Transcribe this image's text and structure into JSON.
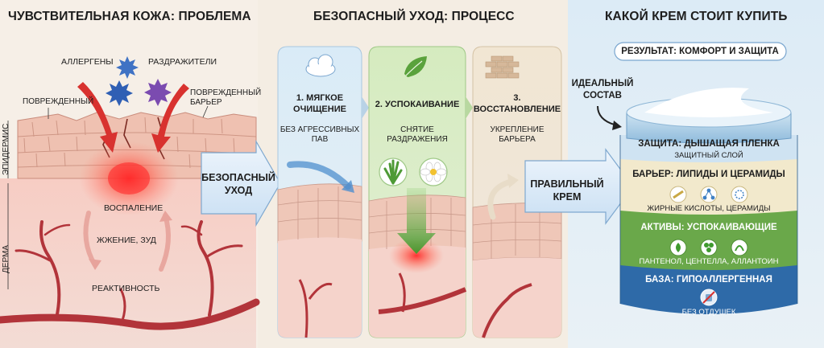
{
  "colors": {
    "red": "#e0393b",
    "skin": "#efc1b1",
    "vessel": "#b2343a",
    "blue_panel": "#d6e8f5",
    "green_panel": "#cfe6b8",
    "beige_panel": "#efe3cf",
    "jar_blue": "#2e6aa8",
    "jar_green": "#6aa84a",
    "arrow_blue": "#3f80c4"
  },
  "problem": {
    "title": "ЧУВСТВИТЕЛЬНАЯ КОЖА: ПРОБЛЕМА",
    "allergens": "АЛЛЕРГЕНЫ",
    "irritants": "РАЗДРАЖИТЕЛИ",
    "damaged_left": "ПОВРЕЖДЕННЫЙ",
    "damaged_barrier_1": "ПОВРЕЖДЕННЫЙ",
    "damaged_barrier_2": "БАРЬЕР",
    "epidermis": "ЭПИДЕРМИС",
    "dermis": "ДЕРМА",
    "inflammation": "ВОСПАЛЕНИЕ",
    "burning": "ЖЖЕНИЕ, ЗУД",
    "reactivity": "РЕАКТИВНОСТЬ"
  },
  "arrow1": {
    "line1": "БЕЗОПАСНЫЙ",
    "line2": "УХОД"
  },
  "process": {
    "title": "БЕЗОПАСНЫЙ УХОД: ПРОЦЕСС",
    "step1": {
      "title1": "1. МЯГКОЕ",
      "title2": "ОЧИЩЕНИЕ",
      "desc1": "БЕЗ АГРЕССИВНЫХ",
      "desc2": "ПАВ"
    },
    "step2": {
      "title1": "2. УСПОКАИВАНИЕ",
      "desc1": "СНЯТИЕ",
      "desc2": "РАЗДРАЖЕНИЯ"
    },
    "step3": {
      "title1": "3.",
      "title2": "ВОССТАНОВЛЕНИЕ",
      "desc1": "УКРЕПЛЕНИЕ",
      "desc2": "БАРЬЕРА"
    }
  },
  "arrow2": {
    "line1": "ПРАВИЛЬНЫЙ",
    "line2": "КРЕМ"
  },
  "result": {
    "title": "КАКОЙ КРЕМ СТОИТ КУПИТЬ",
    "badge": "РЕЗУЛЬТАТ: КОМФОРТ И ЗАЩИТА",
    "ideal1": "ИДЕАЛЬНЫЙ",
    "ideal2": "СОСТАВ",
    "layers": [
      {
        "title": "ЗАЩИТА: ДЫШАЩАЯ ПЛЕНКА",
        "sub": "ЗАЩИТНЫЙ СЛОЙ"
      },
      {
        "title": "БАРЬЕР: ЛИПИДЫ И ЦЕРАМИДЫ",
        "sub": "ЖИРНЫЕ КИСЛОТЫ, ЦЕРАМИДЫ"
      },
      {
        "title": "АКТИВЫ: УСПОКАИВАЮЩИЕ",
        "sub": "ПАНТЕНОЛ, ЦЕНТЕЛЛА, АЛЛАНТОИН"
      },
      {
        "title": "БАЗА: ГИПОАЛЛЕРГЕННАЯ",
        "sub": "БЕЗ ОТДУШЕК"
      }
    ]
  },
  "icons": {
    "step1": "cloud-icon",
    "step2": "leaf-icon",
    "step3": "brick-wall-icon",
    "aloe": "aloe-icon",
    "chamomile": "chamomile-icon",
    "no_fragrance": "no-fragrance-icon"
  }
}
